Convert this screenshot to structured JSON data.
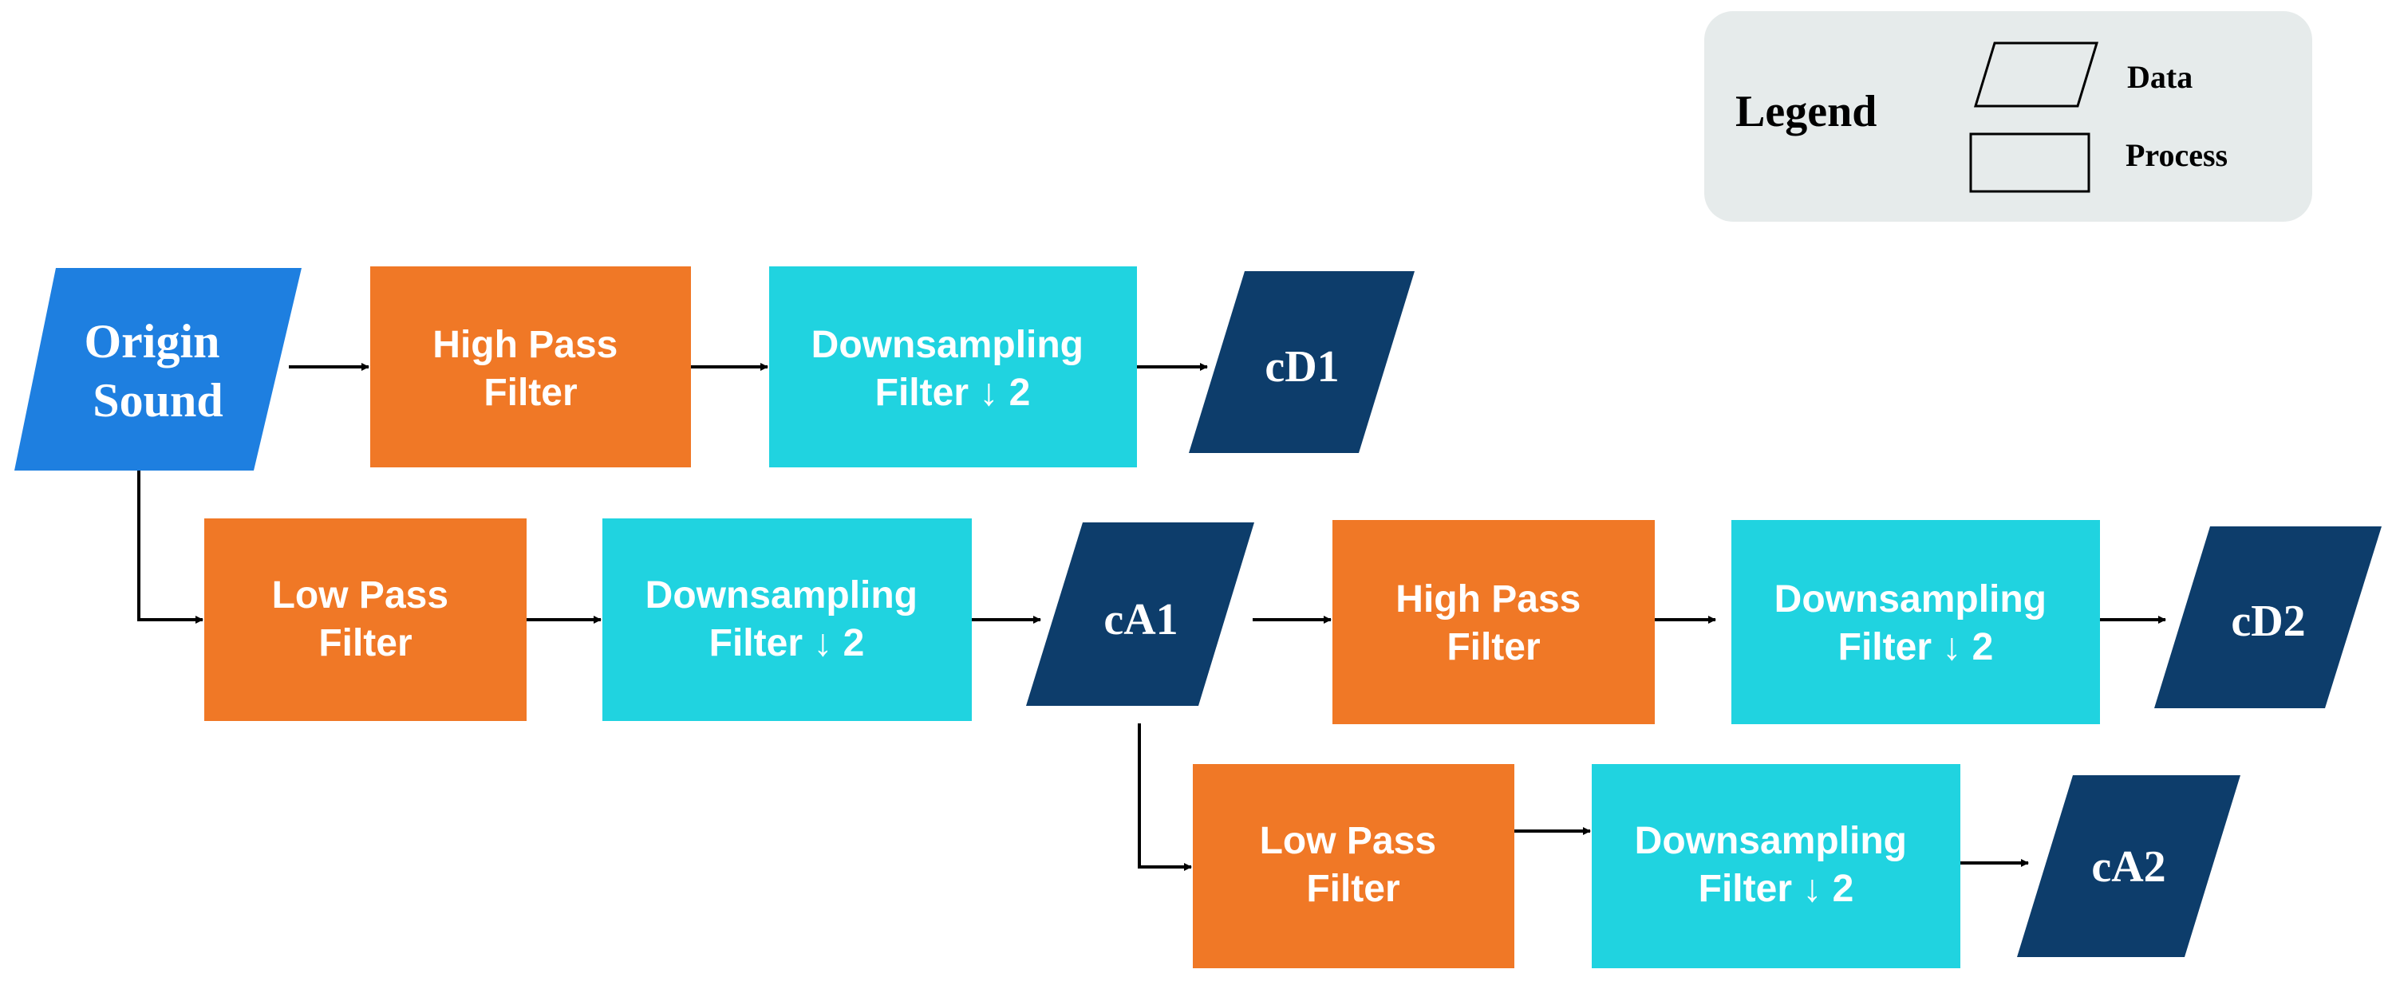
{
  "legend": {
    "title": "Legend",
    "data_label": "Data",
    "process_label": "Process"
  },
  "colors": {
    "origin": "#1e7fe0",
    "data": "#0d3d6b",
    "filter": "#f07826",
    "downsampling": "#20d3e0",
    "legend_bg": "#e6ebeb",
    "edge": "#000000"
  },
  "nodes": {
    "origin": [
      "Origin",
      "Sound"
    ],
    "high_pass_1": [
      "High Pass",
      "Filter"
    ],
    "down_1": [
      "Downsampling",
      "Filter ↓ 2"
    ],
    "cd1": "cD1",
    "low_pass_1": [
      "Low Pass",
      "Filter"
    ],
    "down_2": [
      "Downsampling",
      "Filter ↓ 2"
    ],
    "ca1": "cA1",
    "high_pass_2": [
      "High Pass",
      "Filter"
    ],
    "down_3": [
      "Downsampling",
      "Filter ↓ 2"
    ],
    "cd2": "cD2",
    "low_pass_2": [
      "Low Pass",
      "Filter"
    ],
    "down_4": [
      "Downsampling",
      "Filter ↓ 2"
    ],
    "ca2": "cA2"
  }
}
